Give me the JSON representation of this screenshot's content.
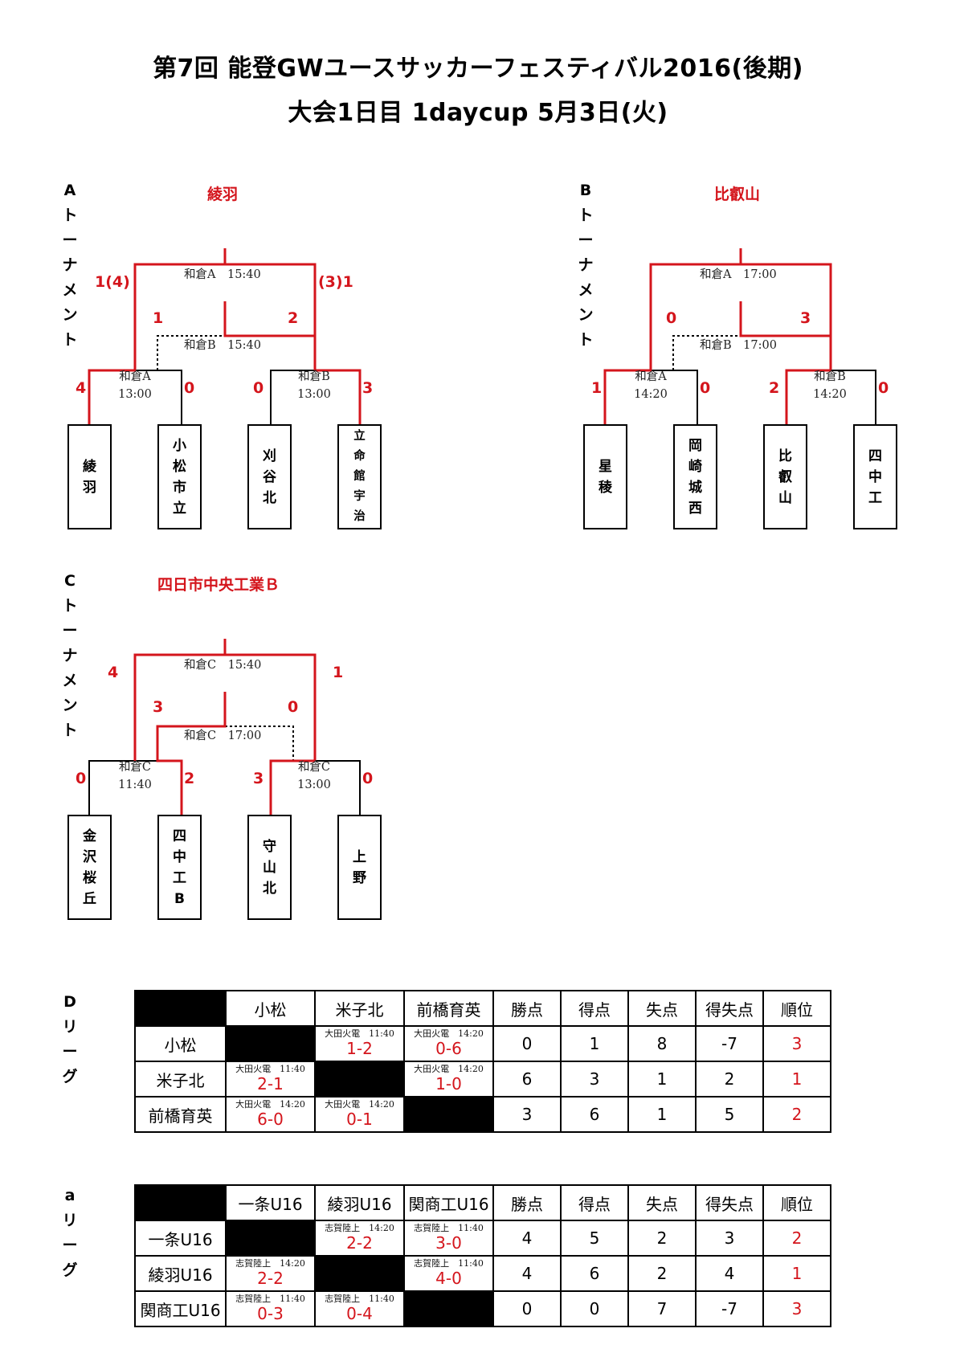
{
  "header": {
    "title1": "第7回 能登GWユースサッカーフェスティバル2016(後期)",
    "title2": "大会1日目 1daycup 5月3日(火)"
  },
  "colors": {
    "accent": "#d4151c",
    "line": "#000000"
  },
  "tournaments": {
    "A": {
      "label": [
        "A",
        "ト",
        "ー",
        "ナ",
        "メ",
        "ン",
        "ト"
      ],
      "winner": "綾羽",
      "final": "和倉A　15:40",
      "third": "和倉B　15:40",
      "semi1": [
        "和倉A",
        "13:00"
      ],
      "semi2": [
        "和倉B",
        "13:00"
      ],
      "scores": {
        "finalL": "1(4)",
        "finalR": "(3)1",
        "thirdL": "1",
        "thirdR": "2",
        "s1L": "4",
        "s1R": "0",
        "s2L": "0",
        "s2R": "3"
      },
      "teams": [
        "綾羽",
        "小松市立",
        "刈谷北",
        "立命館宇治"
      ]
    },
    "B": {
      "label": [
        "B",
        "ト",
        "ー",
        "ナ",
        "メ",
        "ン",
        "ト"
      ],
      "winner": "比叡山",
      "final": "和倉A　17:00",
      "third": "和倉B　17:00",
      "semi1": [
        "和倉A",
        "14:20"
      ],
      "semi2": [
        "和倉B",
        "14:20"
      ],
      "scores": {
        "thirdL": "0",
        "thirdR": "3",
        "s1L": "1",
        "s1R": "0",
        "s2L": "2",
        "s2R": "0"
      },
      "teams": [
        "星稜",
        "岡崎城西",
        "比叡山",
        "四中工"
      ]
    },
    "C": {
      "label": [
        "C",
        "ト",
        "ー",
        "ナ",
        "メ",
        "ン",
        "ト"
      ],
      "winner": "四日市中央工業Ｂ",
      "final": "和倉C　15:40",
      "third": "和倉C　17:00",
      "semi1": [
        "和倉C",
        "11:40"
      ],
      "semi2": [
        "和倉C",
        "13:00"
      ],
      "scores": {
        "finalL": "4",
        "finalR": "1",
        "thirdL": "3",
        "thirdR": "0",
        "s1L": "0",
        "s1R": "2",
        "s2L": "3",
        "s2R": "0"
      },
      "teams": [
        "金沢桜丘",
        "四中工B",
        "守山北",
        "上野"
      ]
    }
  },
  "leagues": {
    "D": {
      "label": [
        "D",
        "リ",
        "ー",
        "グ"
      ],
      "headers": [
        "小松",
        "米子北",
        "前橋育英",
        "勝点",
        "得点",
        "失点",
        "得失点",
        "順位"
      ],
      "rows": [
        {
          "team": "小松",
          "m": [
            null,
            {
              "info": "大田火電　11:40",
              "score": "1-2"
            },
            {
              "info": "大田火電　14:20",
              "score": "0-6"
            }
          ],
          "stats": [
            "0",
            "1",
            "8",
            "-7",
            "3"
          ]
        },
        {
          "team": "米子北",
          "m": [
            {
              "info": "大田火電　11:40",
              "score": "2-1"
            },
            null,
            {
              "info": "大田火電　14:20",
              "score": "1-0"
            }
          ],
          "stats": [
            "6",
            "3",
            "1",
            "2",
            "1"
          ]
        },
        {
          "team": "前橋育英",
          "m": [
            {
              "info": "大田火電　14:20",
              "score": "6-0"
            },
            {
              "info": "大田火電　14:20",
              "score": "0-1"
            },
            null
          ],
          "stats": [
            "3",
            "6",
            "1",
            "5",
            "2"
          ]
        }
      ]
    },
    "a": {
      "label": [
        "a",
        "リ",
        "ー",
        "グ"
      ],
      "headers": [
        "一条U16",
        "綾羽U16",
        "関商工U16",
        "勝点",
        "得点",
        "失点",
        "得失点",
        "順位"
      ],
      "rows": [
        {
          "team": "一条U16",
          "m": [
            null,
            {
              "info": "志賀陸上　14:20",
              "score": "2-2"
            },
            {
              "info": "志賀陸上　11:40",
              "score": "3-0"
            }
          ],
          "stats": [
            "4",
            "5",
            "2",
            "3",
            "2"
          ]
        },
        {
          "team": "綾羽U16",
          "m": [
            {
              "info": "志賀陸上　14:20",
              "score": "2-2"
            },
            null,
            {
              "info": "志賀陸上　11:40",
              "score": "4-0"
            }
          ],
          "stats": [
            "4",
            "6",
            "2",
            "4",
            "1"
          ]
        },
        {
          "team": "関商工U16",
          "m": [
            {
              "info": "志賀陸上　11:40",
              "score": "0-3"
            },
            {
              "info": "志賀陸上　11:40",
              "score": "0-4"
            },
            null
          ],
          "stats": [
            "0",
            "0",
            "7",
            "-7",
            "3"
          ]
        }
      ]
    }
  }
}
